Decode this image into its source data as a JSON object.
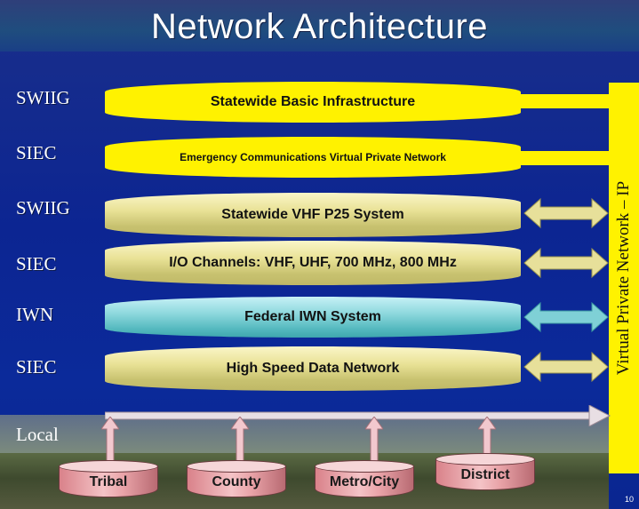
{
  "title": "Network Architecture",
  "rows": [
    {
      "label": "SWIIG",
      "bar_text": "Statewide  Basic Infrastructure"
    },
    {
      "label": "SIEC",
      "bar_text": "Emergency Communications  Virtual Private Network"
    },
    {
      "label": "SWIIG",
      "bar_text": "Statewide VHF P25 System"
    },
    {
      "label": "SIEC",
      "bar_text": "I/O Channels:  VHF, UHF, 700 MHz, 800 MHz"
    },
    {
      "label": "IWN",
      "bar_text": "Federal IWN System"
    },
    {
      "label": "SIEC",
      "bar_text": "High Speed Data Network"
    }
  ],
  "vertical_label": "Virtual Private Network – IP",
  "local_label": "Local",
  "endpoints": [
    "Tribal",
    "County",
    "Metro/City",
    "District"
  ],
  "page_number": "10",
  "colors": {
    "background": "#0c2592",
    "accent_yellow": "#fff200",
    "cream_bar": "#e9e296",
    "teal_bar": "#8fd9de",
    "cylinder_pink": "#f4c3c6"
  }
}
